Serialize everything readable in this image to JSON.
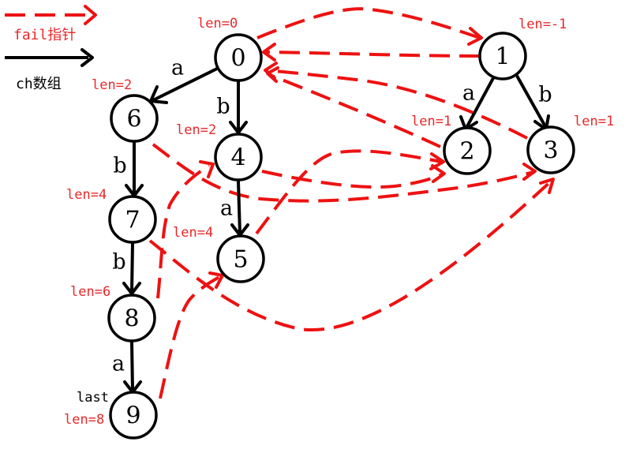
{
  "legend": {
    "fail_label": "fail指针",
    "ch_label": "ch数组"
  },
  "colors": {
    "fail": "#ee1111",
    "ch": "#000000"
  },
  "nodes": [
    {
      "id": "0",
      "len": "len=0"
    },
    {
      "id": "1",
      "len": "len=-1"
    },
    {
      "id": "2",
      "len": "len=1"
    },
    {
      "id": "3",
      "len": "len=1"
    },
    {
      "id": "4",
      "len": "len=2"
    },
    {
      "id": "5",
      "len": "len=4"
    },
    {
      "id": "6",
      "len": "len=2"
    },
    {
      "id": "7",
      "len": "len=4"
    },
    {
      "id": "8",
      "len": "len=6"
    },
    {
      "id": "9",
      "len": "len=8",
      "tag": "last"
    }
  ],
  "ch_edges": [
    {
      "from": "0",
      "to": "6",
      "char": "a"
    },
    {
      "from": "0",
      "to": "4",
      "char": "b"
    },
    {
      "from": "1",
      "to": "2",
      "char": "a"
    },
    {
      "from": "1",
      "to": "3",
      "char": "b"
    },
    {
      "from": "6",
      "to": "7",
      "char": "b"
    },
    {
      "from": "4",
      "to": "5",
      "char": "a"
    },
    {
      "from": "7",
      "to": "8",
      "char": "b"
    },
    {
      "from": "8",
      "to": "9",
      "char": "a"
    }
  ],
  "fail_edges": [
    {
      "from": "0",
      "to": "1"
    },
    {
      "from": "1",
      "to": "0"
    },
    {
      "from": "2",
      "to": "0"
    },
    {
      "from": "3",
      "to": "0"
    },
    {
      "from": "6",
      "to": "3"
    },
    {
      "from": "4",
      "to": "2"
    },
    {
      "from": "7",
      "to": "3"
    },
    {
      "from": "5",
      "to": "2"
    },
    {
      "from": "8",
      "to": "4"
    },
    {
      "from": "9",
      "to": "5"
    }
  ]
}
